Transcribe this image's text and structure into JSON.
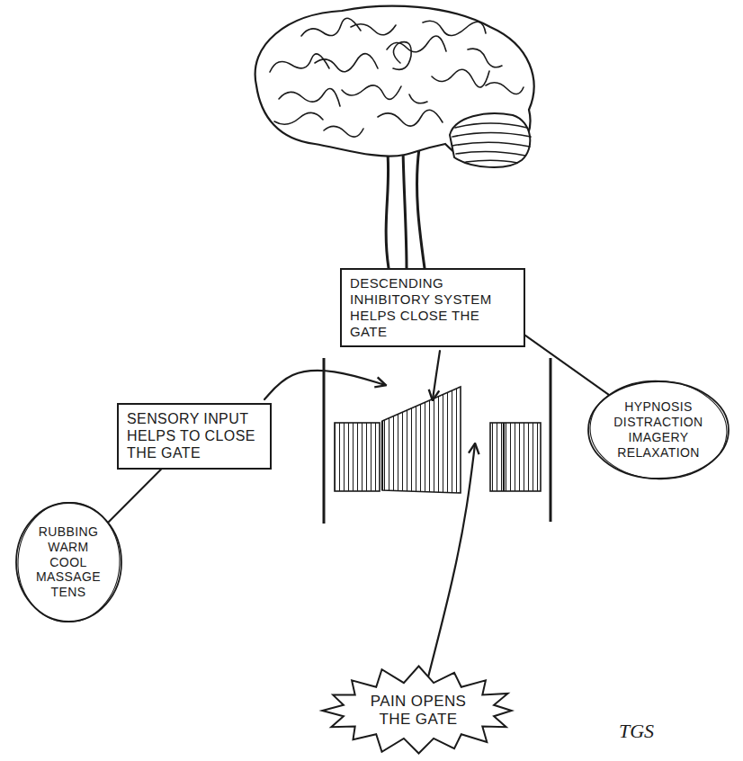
{
  "diagram": {
    "nodes": [
      {
        "text": [
          "DESCENDING INHIBITORY SYSTEM HELPS CLOSE THE GATE"
        ]
      },
      {
        "text": [
          "HYPNOSIS DISTRACTION IMAGERY RELAXATION"
        ]
      },
      {
        "text": [
          "SENSORY INPUT HELPS TO CLOSE THE GATE"
        ]
      },
      {
        "text": [
          "RUBBING WARM COOL MASSAGE TENS"
        ]
      },
      {
        "text": [
          "PAIN OPENS THE GATE"
        ]
      }
    ],
    "edges": [
      {
        "from": 0,
        "to": 1,
        "arrow": "none"
      },
      {
        "from": 2,
        "to": 3,
        "arrow": "none"
      }
    ],
    "labels": [
      "TGS"
    ]
  }
}
